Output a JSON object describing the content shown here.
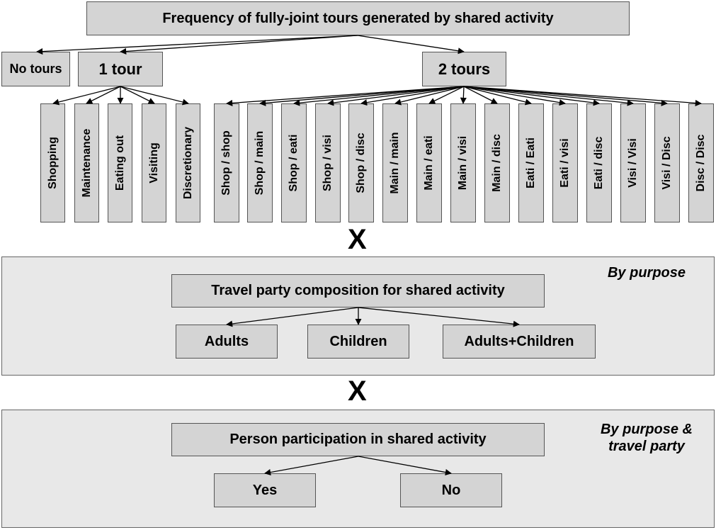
{
  "root": "Frequency of fully-joint tours generated by shared activity",
  "freq": [
    "No tours",
    "1 tour",
    "2 tours"
  ],
  "one_tour": [
    "Shopping",
    "Maintenance",
    "Eating out",
    "Visiting",
    "Discretionary"
  ],
  "two_tours": [
    "Shop / shop",
    "Shop / main",
    "Shop / eati",
    "Shop / visi",
    "Shop / disc",
    "Main / main",
    "Main / eati",
    "Main / visi",
    "Main / disc",
    "Eati / Eati",
    "Eati / visi",
    "Eati / disc",
    "Visi / Visi",
    "Visi / Disc",
    "Disc / Disc"
  ],
  "multiply": "X",
  "party": {
    "note": "By purpose",
    "title": "Travel party composition for shared activity",
    "options": [
      "Adults",
      "Children",
      "Adults+Children"
    ]
  },
  "participation": {
    "note_line1": "By purpose &",
    "note_line2": "travel party",
    "title": "Person participation in shared activity",
    "options": [
      "Yes",
      "No"
    ]
  }
}
